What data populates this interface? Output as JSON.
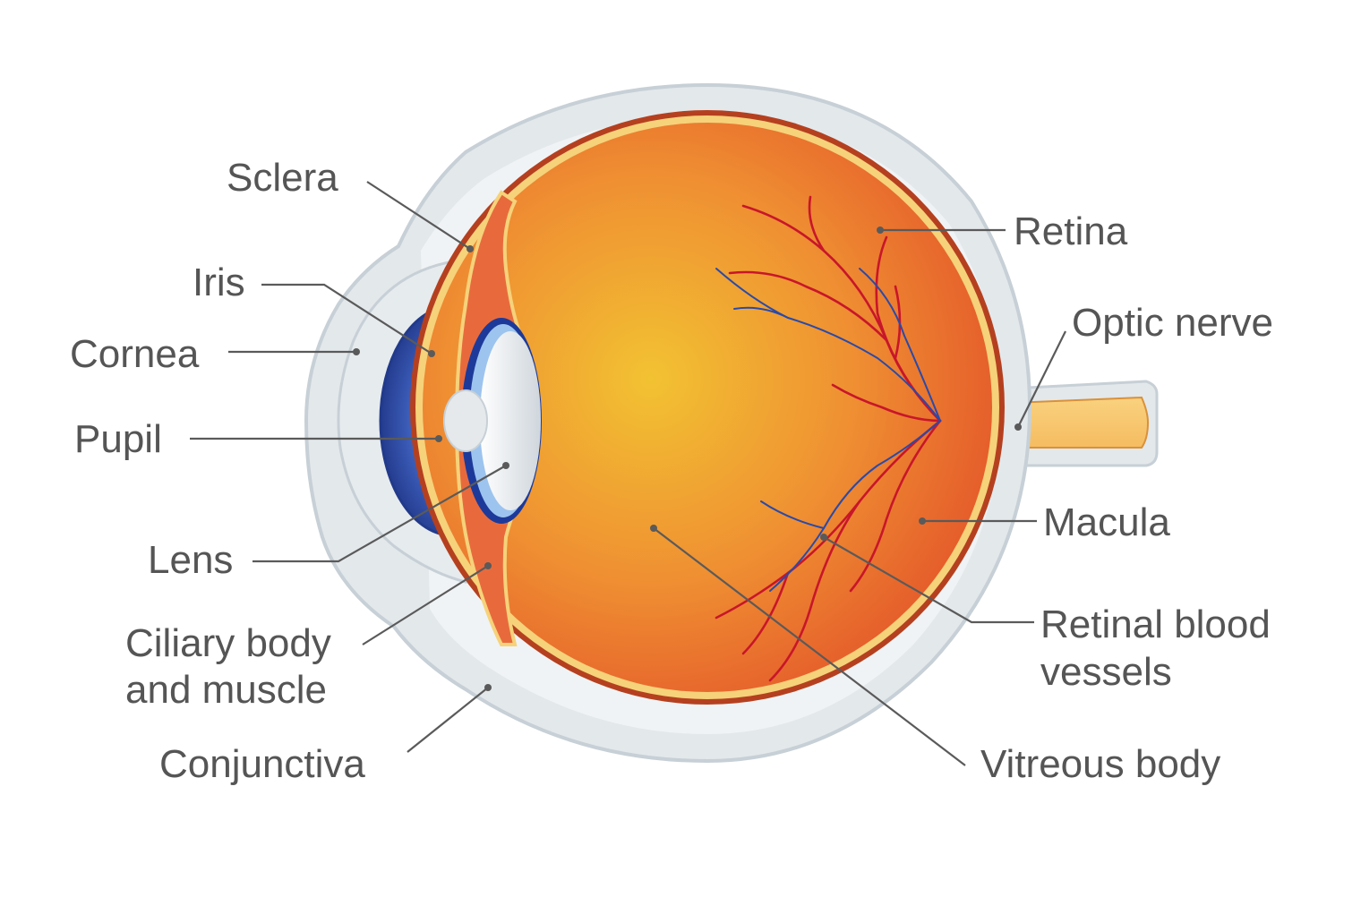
{
  "labels": {
    "sclera": "Sclera",
    "iris": "Iris",
    "cornea": "Cornea",
    "pupil": "Pupil",
    "lens": "Lens",
    "ciliary_line1": "Ciliary body",
    "ciliary_line2": "and muscle",
    "conjunctiva": "Conjunctiva",
    "retina": "Retina",
    "optic_nerve": "Optic nerve",
    "macula": "Macula",
    "retinal_vessels_line1": "Retinal blood",
    "retinal_vessels_line2": "vessels",
    "vitreous_body": "Vitreous body"
  },
  "colors": {
    "sclera_outer": "#e3e8eb",
    "sclera_edge": "#c7d0d6",
    "choroid": "#b5401f",
    "retina_layer": "#f6d27a",
    "vitreous_center": "#f2c232",
    "vitreous_mid": "#ef8f32",
    "vitreous_edge": "#e4572a",
    "iris": "#3b5cb8",
    "lens": "#d7dde3",
    "artery": "#c8162a",
    "vein": "#2a4aa8",
    "optic_nerve": "#f7c56b",
    "label_text": "#555555"
  }
}
